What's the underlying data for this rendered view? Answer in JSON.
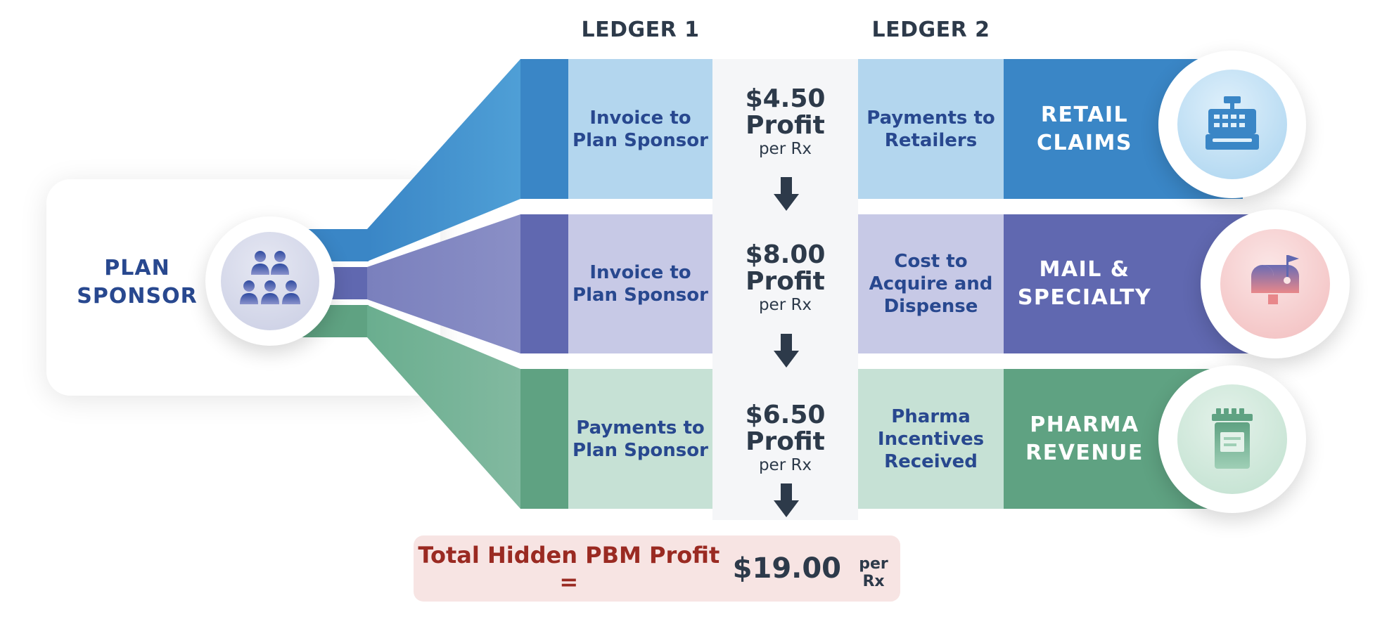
{
  "colors": {
    "retail": "#3a86c6",
    "mail": "#6068b0",
    "pharma": "#5fa282",
    "total_text": "#9a2a22",
    "label_text": "#28488f"
  },
  "headers": {
    "ledger1": "LEDGER 1",
    "ledger2": "LEDGER 2"
  },
  "sponsor": {
    "label_line1": "PLAN",
    "label_line2": "SPONSOR",
    "icon": "people-group-icon"
  },
  "rows": [
    {
      "ledger1_line1": "Invoice to",
      "ledger1_line2": "Plan Sponsor",
      "profit_amount": "$4.50",
      "profit_label": "Profit",
      "profit_per": "per Rx",
      "ledger2_line1": "Payments to",
      "ledger2_line2": "Retailers",
      "category_line1": "RETAIL",
      "category_line2": "CLAIMS",
      "icon": "cash-register-icon"
    },
    {
      "ledger1_line1": "Invoice to",
      "ledger1_line2": "Plan Sponsor",
      "profit_amount": "$8.00",
      "profit_label": "Profit",
      "profit_per": "per Rx",
      "ledger2_line1": "Cost to",
      "ledger2_line2": "Acquire and",
      "ledger2_line3": "Dispense",
      "category_line1": "MAIL &",
      "category_line2": "SPECIALTY",
      "icon": "mailbox-icon"
    },
    {
      "ledger1_line1": "Payments to",
      "ledger1_line2": "Plan Sponsor",
      "profit_amount": "$6.50",
      "profit_label": "Profit",
      "profit_per": "per Rx",
      "ledger2_line1": "Pharma",
      "ledger2_line2": "Incentives",
      "ledger2_line3": "Received",
      "category_line1": "PHARMA",
      "category_line2": "REVENUE",
      "icon": "pill-bottle-icon"
    }
  ],
  "total": {
    "label": "Total Hidden PBM Profit =",
    "amount": "$19.00",
    "per": "per Rx"
  }
}
